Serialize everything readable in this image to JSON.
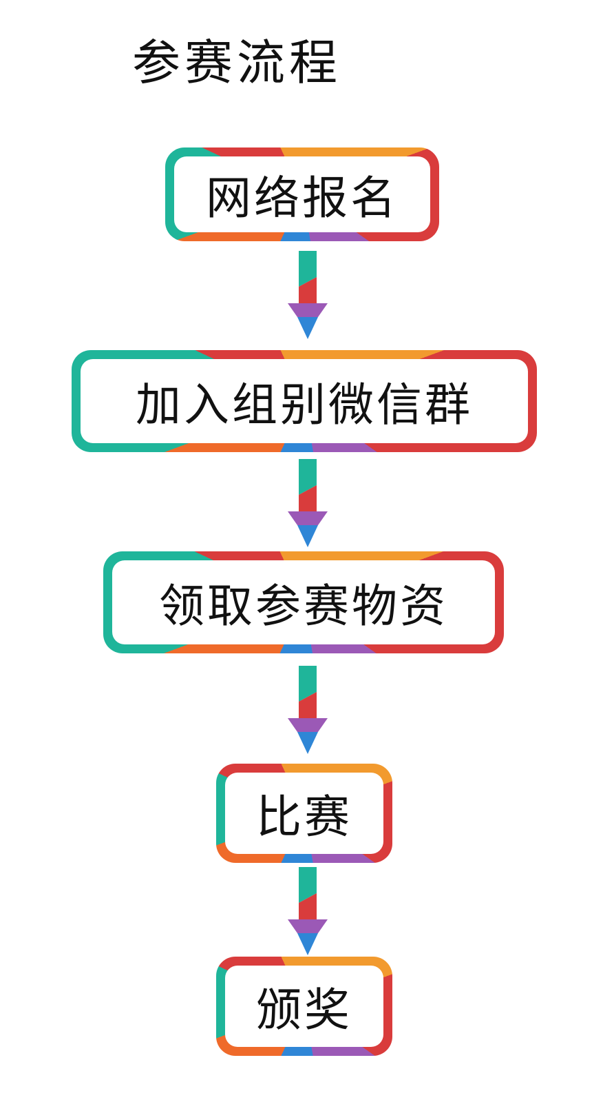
{
  "title": "参赛流程",
  "steps": [
    {
      "label": "网络报名"
    },
    {
      "label": "加入组别微信群"
    },
    {
      "label": "领取参赛物资"
    },
    {
      "label": "比赛"
    },
    {
      "label": "颁奖"
    }
  ],
  "colors": {
    "orange": "#f29a2e",
    "red": "#d93c3c",
    "purple": "#9b59b6",
    "blue": "#2f86d6",
    "teal": "#1fb59a",
    "green": "#26b36b",
    "deep_orange": "#ef6a2a",
    "text": "#111111",
    "background": "#ffffff"
  },
  "icons": [
    "down-arrow-icon"
  ]
}
